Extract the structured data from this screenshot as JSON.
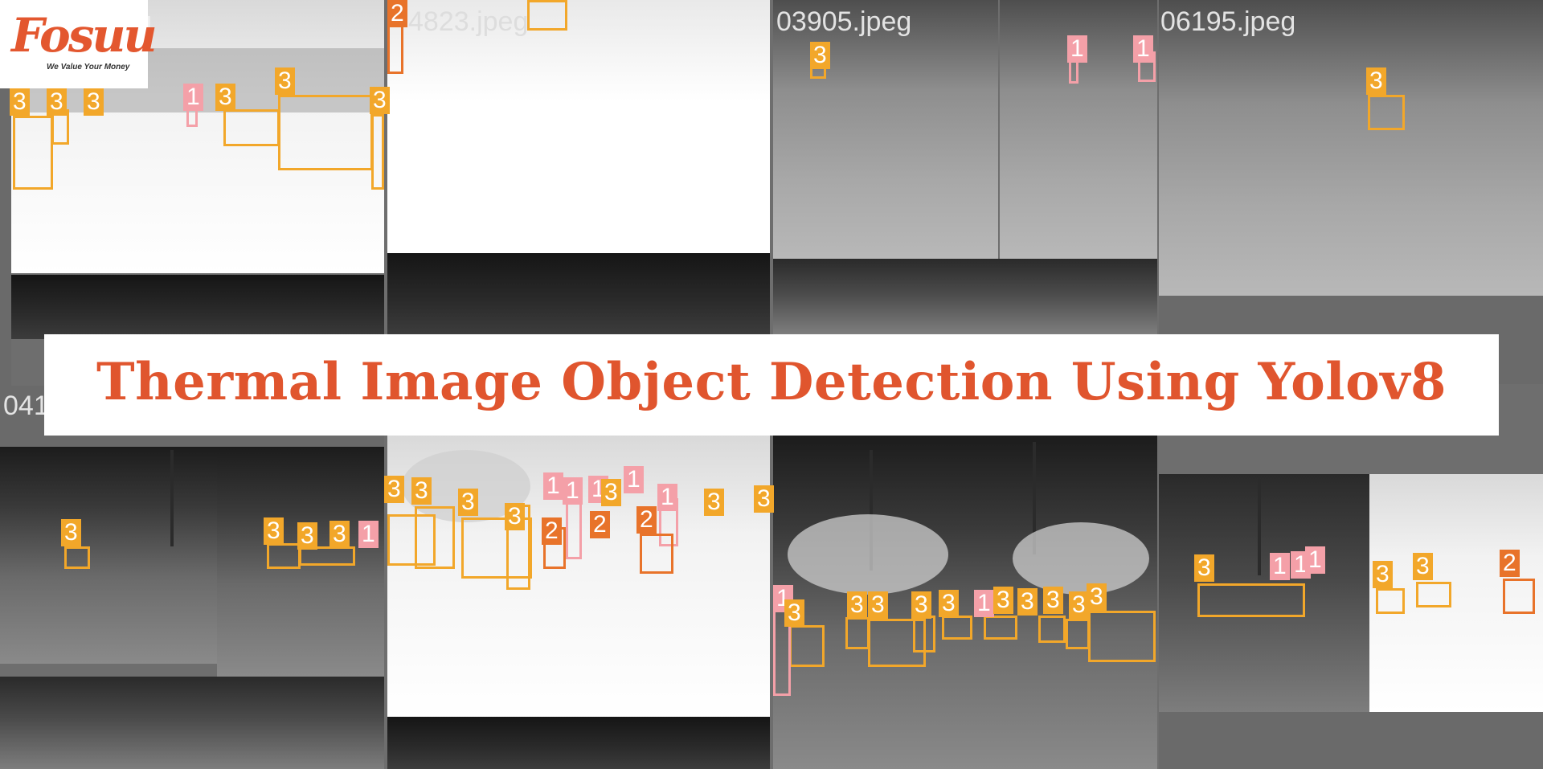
{
  "title": "Thermal Image Object Detection Using Yolov8",
  "logo": {
    "mark": "Fosuu",
    "tagline": "We Value Your Money"
  },
  "filenames": {
    "top_left": "g",
    "top_second": "4823.jpeg",
    "top_third": "03905.jpeg",
    "top_fourth": "06195.jpeg",
    "bottom_left": "041"
  },
  "labels": {
    "person": "1",
    "bicycle": "2",
    "car": "3"
  },
  "colors": {
    "car": "#f2a72a",
    "person": "#f4a0a8",
    "bicycle": "#e8732a",
    "title": "#e0552e"
  }
}
